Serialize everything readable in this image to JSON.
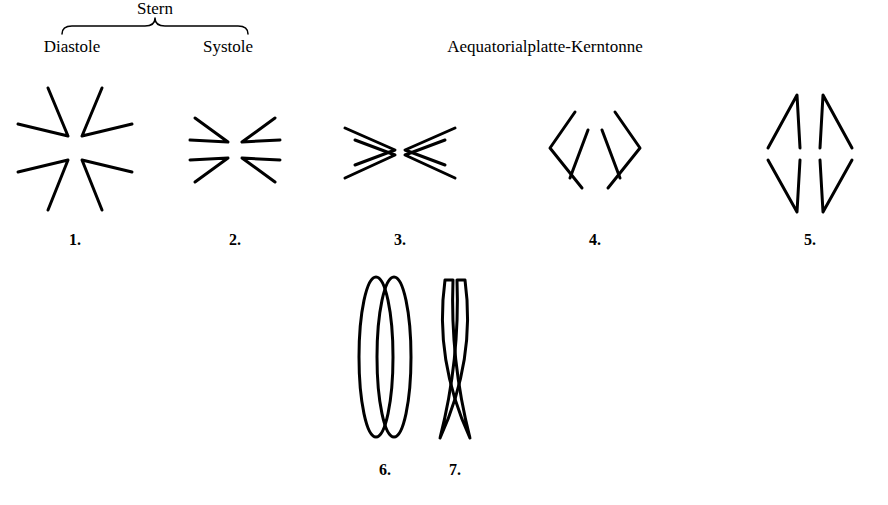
{
  "diagram": {
    "labels": [
      "Stern",
      "Diastole",
      "Systole",
      "Aequatorialplatte-Kerntonne",
      "1.",
      "2.",
      "3.",
      "4.",
      "5.",
      "6.",
      "7."
    ]
  }
}
